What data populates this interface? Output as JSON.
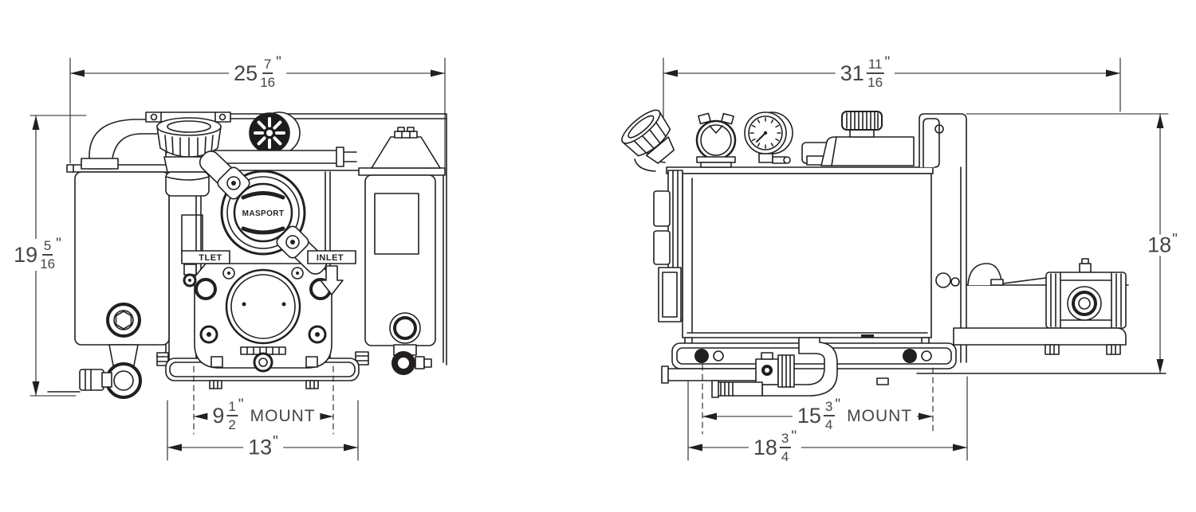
{
  "drawing": {
    "type": "technical-dimension-drawing",
    "front_view": {
      "dim_width": {
        "whole": "25",
        "num": "7",
        "den": "16",
        "unit": "\""
      },
      "dim_height": {
        "whole": "19",
        "num": "5",
        "den": "16",
        "unit": "\""
      },
      "dim_mount": {
        "whole": "9",
        "num": "1",
        "den": "2",
        "unit": "\"",
        "label": "MOUNT"
      },
      "dim_base": {
        "whole": "13",
        "unit": "\""
      },
      "label_outlet": "TLET",
      "label_inlet": "INLET",
      "label_brand": "MASPORT"
    },
    "side_view": {
      "dim_width": {
        "whole": "31",
        "num": "11",
        "den": "16",
        "unit": "\""
      },
      "dim_height": {
        "whole": "18",
        "unit": "\""
      },
      "dim_mount": {
        "whole": "15",
        "num": "3",
        "den": "4",
        "unit": "\"",
        "label": "MOUNT"
      },
      "dim_base": {
        "whole": "18",
        "num": "3",
        "den": "4",
        "unit": "\""
      }
    },
    "colors": {
      "line": "#231f20",
      "dim_text": "#464646",
      "background": "#ffffff"
    }
  }
}
